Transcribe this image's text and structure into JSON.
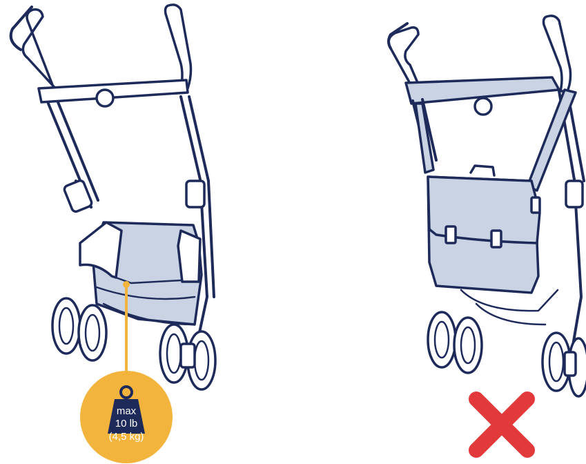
{
  "weight_badge": {
    "line1": "max",
    "line2": "10 lb",
    "line3": "(4,5 kg)",
    "icon": "weight-icon"
  },
  "prohibited_mark": {
    "icon": "red-x-icon"
  },
  "colors": {
    "outline": "#1d2a5a",
    "fabric": "#c9d3e3",
    "badge": "#f2b43d",
    "forbidden": "#e23a3a"
  }
}
